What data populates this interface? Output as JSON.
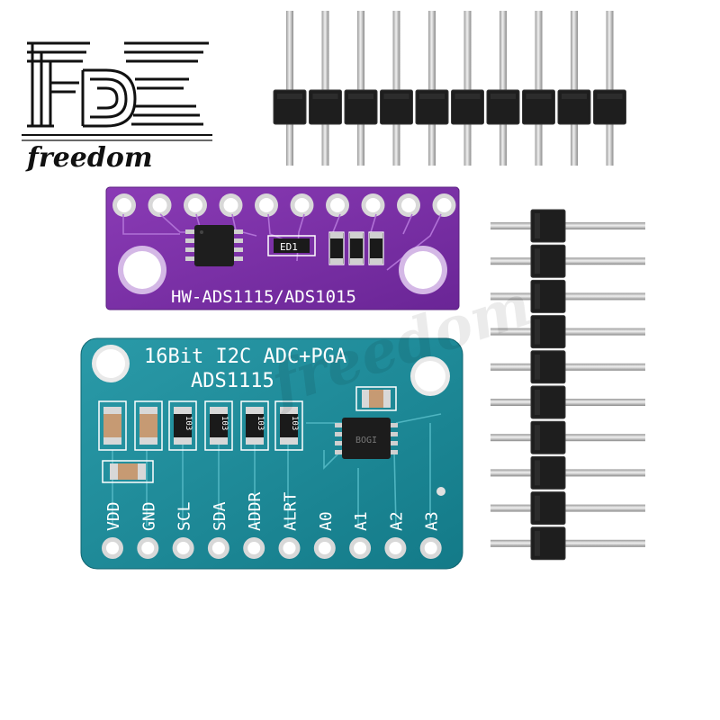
{
  "logo": {
    "letters": "FDE",
    "tagline": "freedom"
  },
  "watermark": "freedom",
  "purple_board": {
    "label": "HW-ADS1115/ADS1015",
    "chip_label": "ED1"
  },
  "blue_board": {
    "title_line1": "16Bit I2C ADC+PGA",
    "title_line2": "ADS1115",
    "resistor_code": "103",
    "chip_label": "BOGI",
    "pins": [
      "VDD",
      "GND",
      "SCL",
      "SDA",
      "ADDR",
      "ALRT",
      "A0",
      "A1",
      "A2",
      "A3"
    ]
  },
  "colors": {
    "purple_pcb": "#7a2fa3",
    "blue_pcb": "#1c8a98",
    "header_plastic": "#1e1e1e",
    "pin_metal": "#c9c9c9",
    "pad_metal": "#d8d8d8"
  }
}
